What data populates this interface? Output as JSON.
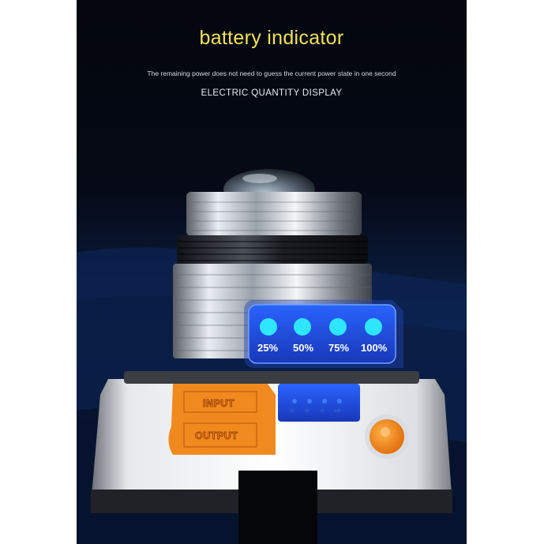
{
  "headline": "battery indicator",
  "subtitle": "The remaining power does not need to guess the current power state in one second",
  "caption": "ELECTRIC QUANTITY DISPLAY",
  "indicator": {
    "levels": [
      "25%",
      "50%",
      "75%",
      "100%"
    ],
    "led_color": "#2ee6ff",
    "panel_color": "#1f4fd8"
  },
  "buttons": {
    "input_label": "INPUT",
    "output_label": "OUTPUT",
    "accent_color": "#f08a1f"
  },
  "mini_levels": [
    "25",
    "50",
    "75",
    "100"
  ]
}
